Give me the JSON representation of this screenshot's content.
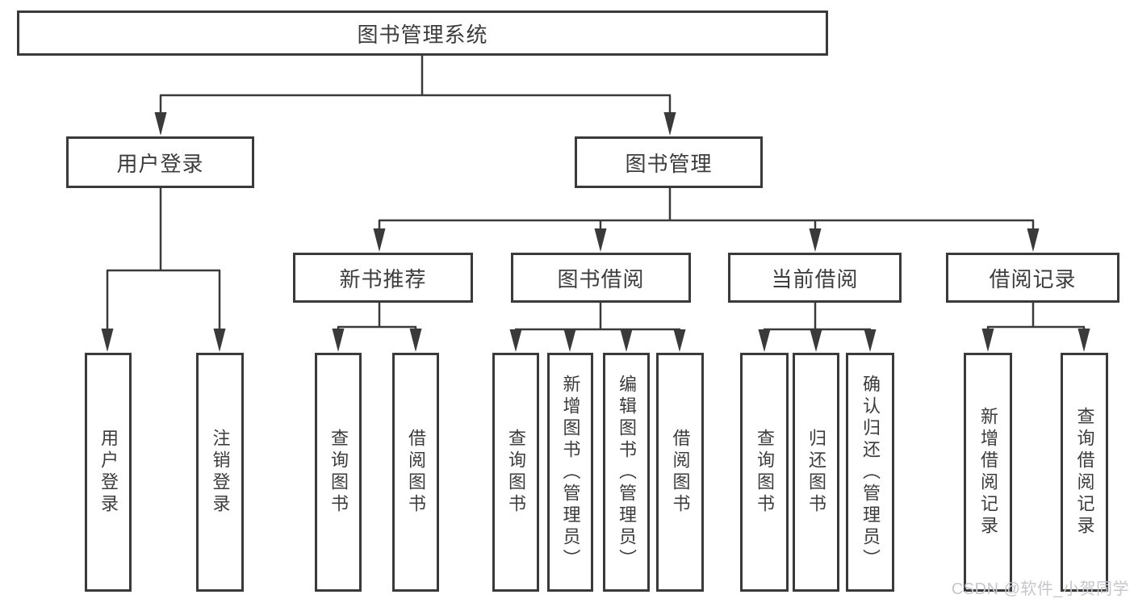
{
  "diagram": {
    "root": {
      "label": "图书管理系统"
    },
    "branches": [
      {
        "label": "用户登录",
        "children": [
          {
            "label": "用户登录"
          },
          {
            "label": "注销登录"
          }
        ]
      },
      {
        "label": "图书管理",
        "children": [
          {
            "label": "新书推荐",
            "children": [
              {
                "label": "查询图书"
              },
              {
                "label": "借阅图书"
              }
            ]
          },
          {
            "label": "图书借阅",
            "children": [
              {
                "label": "查询图书"
              },
              {
                "label": "新增图书（管理员）"
              },
              {
                "label": "编辑图书（管理员）"
              },
              {
                "label": "借阅图书"
              }
            ]
          },
          {
            "label": "当前借阅",
            "children": [
              {
                "label": "查询图书"
              },
              {
                "label": "归还图书"
              },
              {
                "label": "确认归还（管理员）"
              }
            ]
          },
          {
            "label": "借阅记录",
            "children": [
              {
                "label": "新增借阅记录"
              },
              {
                "label": "查询借阅记录"
              }
            ]
          }
        ]
      }
    ]
  },
  "watermark": {
    "text": "CSDN @软件_小贺同学"
  },
  "colors": {
    "line": "#3a3a3a",
    "text": "#3c3c3c",
    "box_background": "#ffffff",
    "page_background": "#ffffff",
    "watermark": "#c6c6cc"
  }
}
